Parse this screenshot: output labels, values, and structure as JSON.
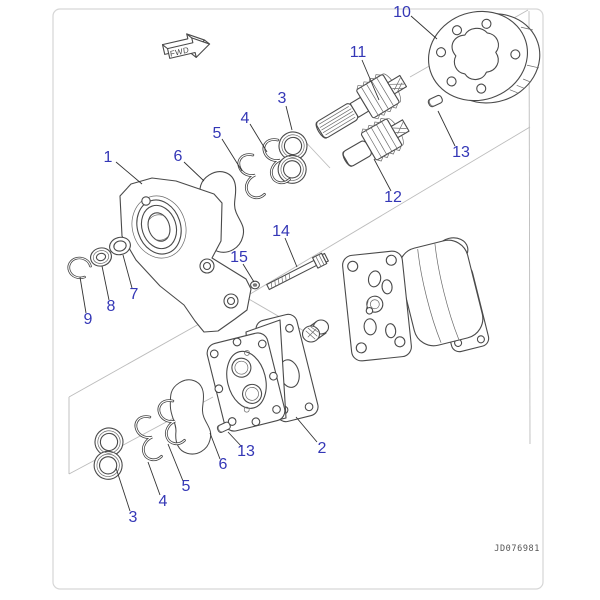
{
  "diagram": {
    "fwd_label": "FWD",
    "drawing_number": "JD076981",
    "callouts": [
      "10",
      "11",
      "3",
      "4",
      "5",
      "1",
      "6",
      "13",
      "12",
      "14",
      "15",
      "7",
      "8",
      "9",
      "2",
      "6",
      "13",
      "5",
      "4",
      "3"
    ],
    "colors": {
      "callout": "#3437b6",
      "outline": "#4a4a4a",
      "phantom": "#bcbcbc",
      "frame": "#d6d6d6",
      "background": "#ffffff"
    }
  }
}
